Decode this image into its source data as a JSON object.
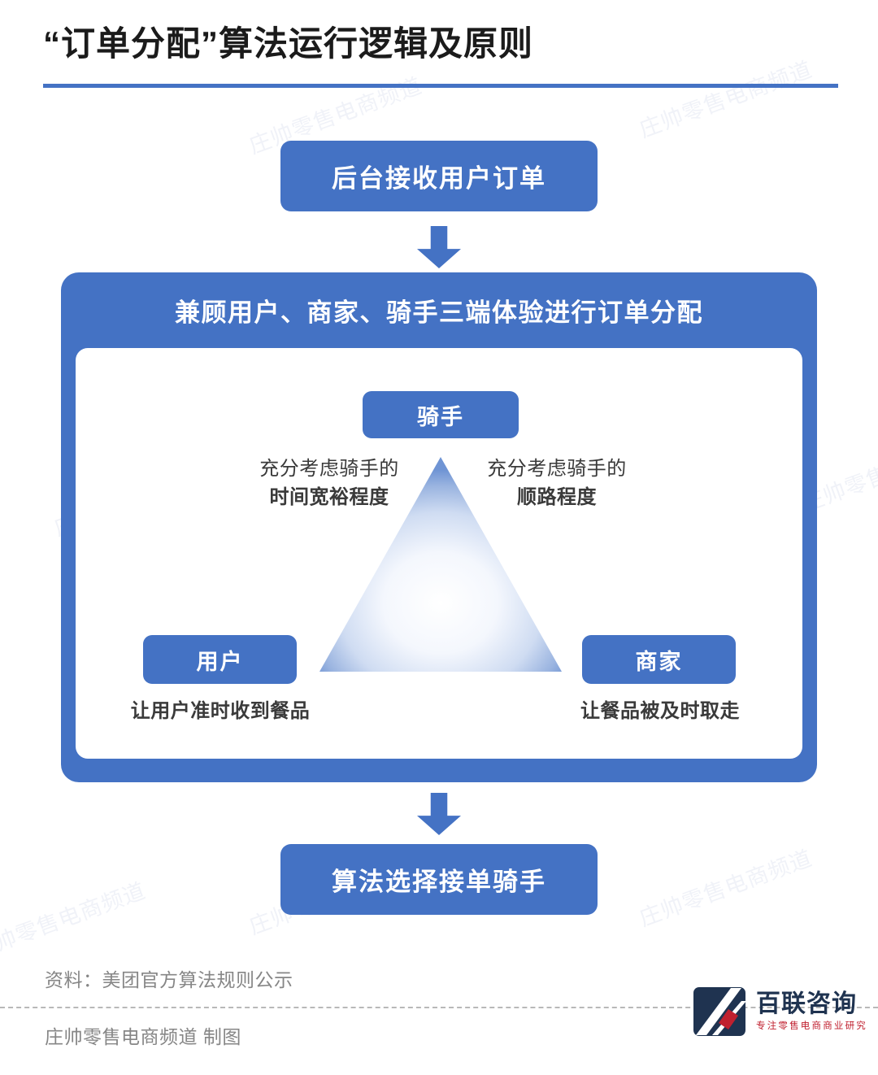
{
  "page": {
    "title": "“订单分配”算法运行逻辑及原则",
    "accent_color": "#4472C4",
    "watermark_text": "庄帅零售电商频道"
  },
  "flow": {
    "intake_box": "后台接收用户订单",
    "arrow_top": "arrow-down-icon",
    "panel_header": "兼顾用户、商家、骑手三端体验进行订单分配",
    "triangle": "triangle-shape",
    "nodes": {
      "rider": {
        "label": "骑手",
        "note_left_line1": "充分考虑骑手的",
        "note_left_line2": "时间宽裕程度",
        "note_right_line1": "充分考虑骑手的",
        "note_right_line2": "顺路程度"
      },
      "user": {
        "label": "用户",
        "note": "让用户准时收到餐品"
      },
      "merchant": {
        "label": "商家",
        "note": "让餐品被及时取走"
      }
    },
    "arrow_bottom": "arrow-down-icon",
    "result_box": "算法选择接单骑手"
  },
  "footer": {
    "source": "资料：美团官方算法规则公示",
    "credit": "庄帅零售电商频道 制图",
    "logo": {
      "name": "百联咨询",
      "tagline": "专注零售电商商业研究",
      "mark_color": "#1F3350",
      "accent_color": "#C0202F"
    }
  }
}
